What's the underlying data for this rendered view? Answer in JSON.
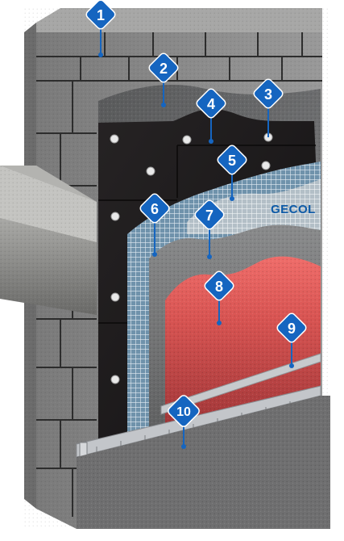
{
  "diagram": {
    "brand_label": "GECOL",
    "callouts": [
      {
        "number": "1"
      },
      {
        "number": "2"
      },
      {
        "number": "3"
      },
      {
        "number": "4"
      },
      {
        "number": "5"
      },
      {
        "number": "6"
      },
      {
        "number": "7"
      },
      {
        "number": "8"
      },
      {
        "number": "9"
      },
      {
        "number": "10"
      }
    ]
  },
  "colors": {
    "badge": "#1565c0",
    "brick": "#8c8c8c",
    "board": "#1f1c1d",
    "mesh": "#4a7fa3",
    "render_top": "#e8605e",
    "render_bottom": "#a8383a",
    "base_render": "#6f6f6f",
    "profile": "#b9bcc0"
  }
}
